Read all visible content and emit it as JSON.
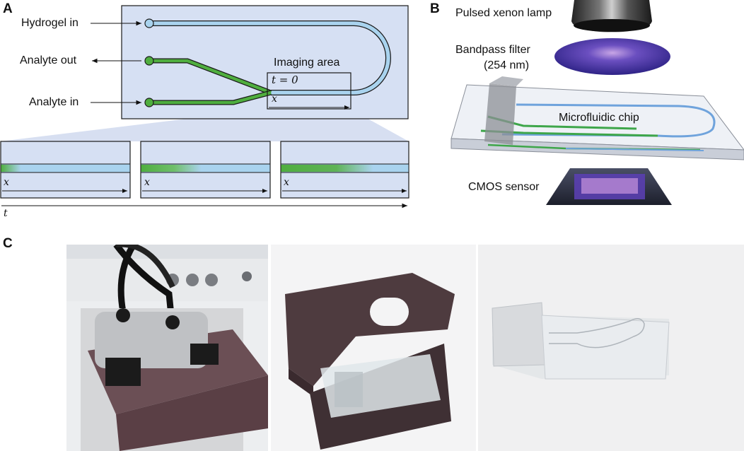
{
  "panels": {
    "a": {
      "letter": "A",
      "hydrogel_in": "Hydrogel in",
      "analyte_out": "Analyte out",
      "analyte_in": "Analyte in",
      "imaging_area": "Imaging area",
      "t_zero": "t = 0",
      "x_axis": "x",
      "t_axis": "t"
    },
    "b": {
      "letter": "B",
      "lamp": "Pulsed xenon lamp",
      "filter_line1": "Bandpass filter",
      "filter_line2": "(254 nm)",
      "chip": "Microfluidic chip",
      "sensor": "CMOS sensor"
    },
    "c": {
      "letter": "C"
    }
  },
  "colors": {
    "chip_bg": "#d6e0f3",
    "hydrogel": "#a9d3ee",
    "analyte": "#4fae3f",
    "filter": "#3a2c8e",
    "frame_stroke": "#1a1a1a"
  }
}
